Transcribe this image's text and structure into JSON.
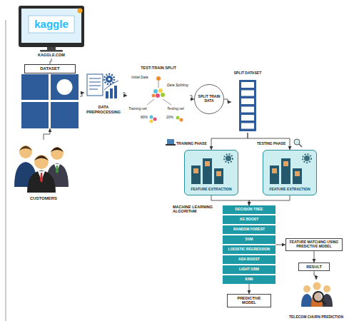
{
  "diagram": {
    "nodes": [
      {
        "text": [
          "kaggle",
          "KAGGLE.COM"
        ]
      },
      {
        "text": [
          "DATASET"
        ]
      },
      {
        "text": [
          "CUSTOMERS"
        ]
      },
      {
        "text": [
          "DATA PREPROCESSING"
        ]
      },
      {
        "text": [
          "TEST-TRAIN SPLIT"
        ]
      },
      {
        "text": [
          "SPLIT TRAIN DATA"
        ]
      },
      {
        "text": [
          "SPLIT DATASET"
        ]
      },
      {
        "text": [
          "FEATURE EXTRACTION"
        ]
      },
      {
        "text": [
          "FEATURE EXTRACTION"
        ]
      },
      {
        "text": [
          "MACHINE LEARNING ALGORITHM"
        ]
      },
      {
        "text": [
          "DECISION TREE"
        ],
        "in": 9
      },
      {
        "text": [
          "XG BOOST"
        ],
        "in": 9
      },
      {
        "text": [
          "RANDOM FOREST"
        ],
        "in": 9
      },
      {
        "text": [
          "SVM"
        ],
        "in": 9
      },
      {
        "text": [
          "LOGISTIC REGRESSION"
        ],
        "in": 9
      },
      {
        "text": [
          "ADA BOOST"
        ],
        "in": 9
      },
      {
        "text": [
          "LIGHT GBM"
        ],
        "in": 9
      },
      {
        "text": [
          "KNN"
        ],
        "in": 9
      },
      {
        "text": [
          "PREDICTIVE MODEL"
        ]
      },
      {
        "text": [
          "FEATURE MATCHING USING PREDICTIVE MODEL"
        ]
      },
      {
        "text": [
          "RESULT"
        ]
      },
      {
        "text": [
          "TELECOM CHURN PREDICTION"
        ]
      }
    ],
    "edges": [
      {
        "from": 0,
        "to": 1,
        "arrow": "none"
      },
      {
        "from": 2,
        "to": 1,
        "arrow": "to"
      },
      {
        "from": 1,
        "to": 3,
        "arrow": "to"
      },
      {
        "from": 3,
        "to": 4,
        "arrow": "to"
      },
      {
        "from": 4,
        "to": 5,
        "arrow": "to"
      },
      {
        "from": 5,
        "to": 6,
        "arrow": "to"
      },
      {
        "from": 6,
        "to": 7,
        "arrow": "to"
      },
      {
        "from": 6,
        "to": 8,
        "arrow": "to"
      },
      {
        "from": 7,
        "to": 9,
        "arrow": "to"
      },
      {
        "from": 8,
        "to": 9,
        "arrow": "to"
      },
      {
        "from": 9,
        "to": 18,
        "arrow": "to"
      },
      {
        "from": 9,
        "to": 19,
        "arrow": "to"
      },
      {
        "from": 19,
        "to": 20,
        "arrow": "to"
      },
      {
        "from": 20,
        "to": 21,
        "arrow": "to"
      }
    ],
    "labels": [
      "TRAINING PHASE",
      "TESTING PHASE",
      "Initial Data",
      "Data Splitting",
      "Training set",
      "Testing set",
      "80%",
      "20%"
    ]
  }
}
